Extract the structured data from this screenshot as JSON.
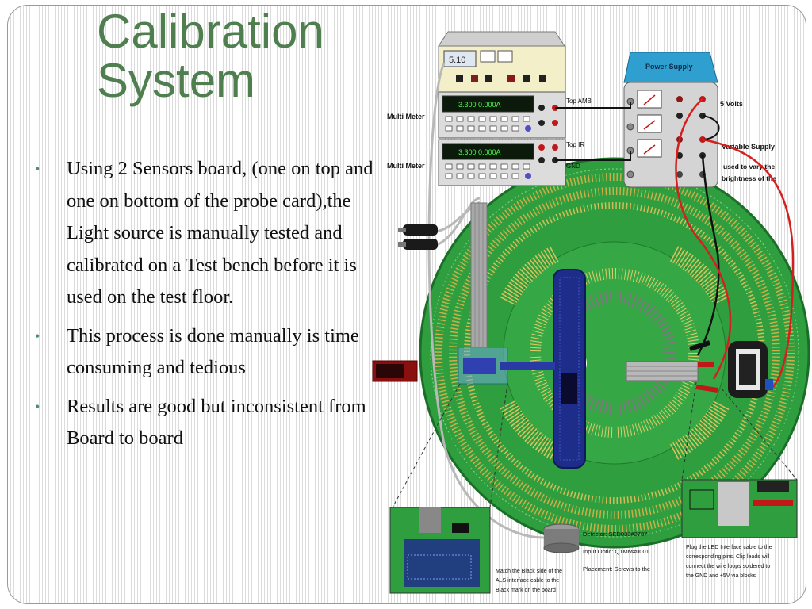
{
  "slide": {
    "title_line1": "Calibration",
    "title_line2": "System",
    "bullets": [
      "Using 2 Sensors board, (one on top and one on bottom of the probe card),the Light source is manually tested and calibrated on a Test bench before it is used on the test floor.",
      "This process is done manually is time consuming and tedious",
      "Results are good but inconsistent from Board to board"
    ]
  },
  "diagram": {
    "multimeter_label_top": "Multi Meter",
    "multimeter_label_bottom": "Multi Meter",
    "source_meter_display": "5.10",
    "meter_display_top": "3.300 0.000A",
    "meter_display_bottom": "3.300 0.000A",
    "wire_label_top_amb": "Top AMB",
    "wire_label_top_ir": "Top IR",
    "wire_label_gnd": "GND",
    "power_supply_title": "Power Supply",
    "label_5v": "5 Volts",
    "label_variable": "Variable Supply",
    "label_variable_note_1": "used to vary the",
    "label_variable_note_2": "brightness of the",
    "detector_line": "Detector: SED033#3787",
    "input_optic_line": "Input Optic: Q1MM#0001",
    "placement_line": "Placement: Screws to the",
    "note_left_1": "Match the Black side of the",
    "note_left_2": "ALS interface cable to the",
    "note_left_3": "Black mark on the board",
    "note_right_1": "Plug the LED Interface cable to the",
    "note_right_2": "corresponding pins. Clip leads will",
    "note_right_3": "connect the wire loops soldered to",
    "note_right_4": "the GND and +5V via blocks"
  },
  "colors": {
    "title": "#4f7f4f",
    "board_green": "#2e9e3e",
    "board_blue": "#1f2d8a",
    "wire_red": "#d51f1f",
    "power_supply_blue": "#2f9fcf"
  }
}
